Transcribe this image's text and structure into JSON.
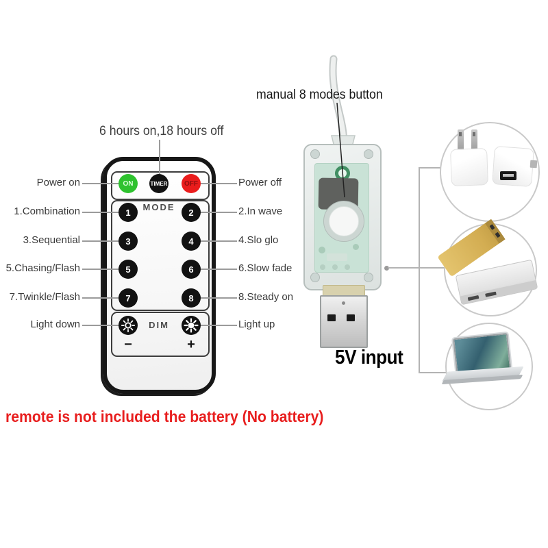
{
  "annotations": {
    "timer_note": "6 hours on,18 hours off",
    "manual_note": "manual 8 modes button",
    "input_note": "5V input",
    "battery_note": "remote is not included the battery (No battery)"
  },
  "remote": {
    "top_buttons": {
      "on": "ON",
      "timer": "TIMER",
      "off": "OFF"
    },
    "mode_label": "MODE",
    "dim_label": "DIM",
    "dim_minus": "−",
    "dim_plus": "+",
    "mode_buttons": [
      "1",
      "2",
      "3",
      "4",
      "5",
      "6",
      "7",
      "8"
    ],
    "left_labels": [
      "Power on",
      "1.Combination",
      "3.Sequential",
      "5.Chasing/Flash",
      "7.Twinkle/Flash",
      "Light down"
    ],
    "right_labels": [
      "Power off",
      "2.In wave",
      "4.Slo glo",
      "6.Slow fade",
      "8.Steady on",
      "Light up"
    ]
  },
  "colors": {
    "on_button": "#2ec22e",
    "timer_button": "#121212",
    "off_button": "#ea1c1c",
    "warning_text": "#e81e1e",
    "pointer_lines": "#9b9b9b"
  },
  "power_sources": {
    "item1": "usb-wall-adapters",
    "item2": "power-banks",
    "item3": "laptop"
  }
}
